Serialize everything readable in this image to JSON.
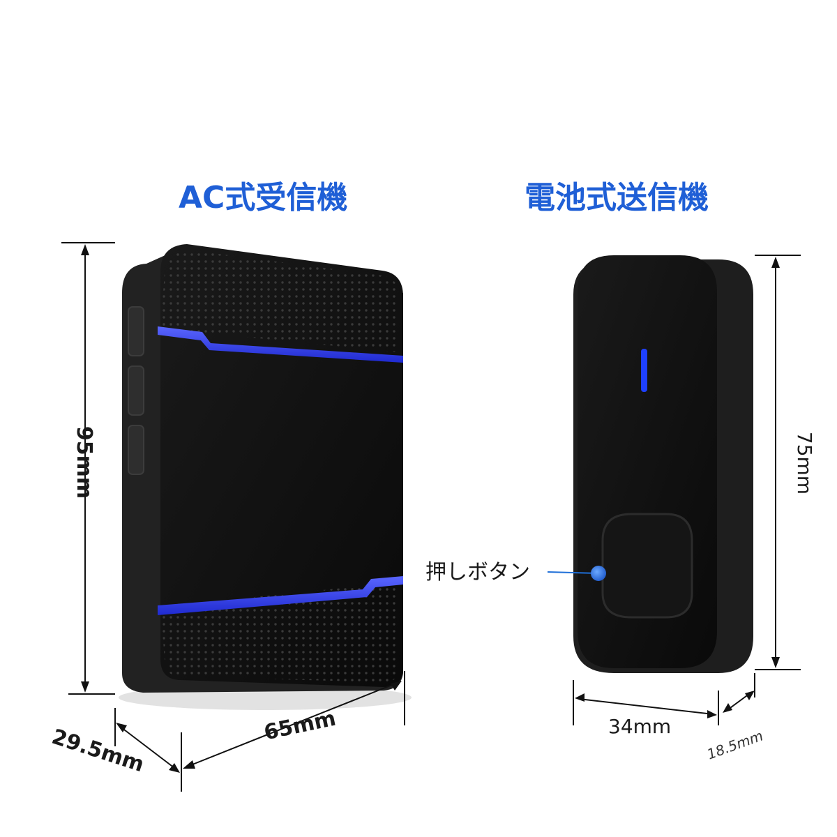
{
  "titles": {
    "receiver": "AC式受信機",
    "transmitter": "電池式送信機"
  },
  "dimensions": {
    "receiver_height": "95mm",
    "receiver_width": "65mm",
    "receiver_depth": "29.5mm",
    "transmitter_height": "75mm",
    "transmitter_width": "34mm",
    "transmitter_depth": "18.5mm"
  },
  "callouts": {
    "push_button": "押しボタン"
  },
  "colors": {
    "title": "#1f5fd6",
    "device_body": "#111111",
    "device_edge": "#2a2a2a",
    "accent_blue": "#2f3cff",
    "led_blue": "#1e40ff",
    "callout_dot": "#1f6fd8",
    "dimension_line": "#111111"
  }
}
